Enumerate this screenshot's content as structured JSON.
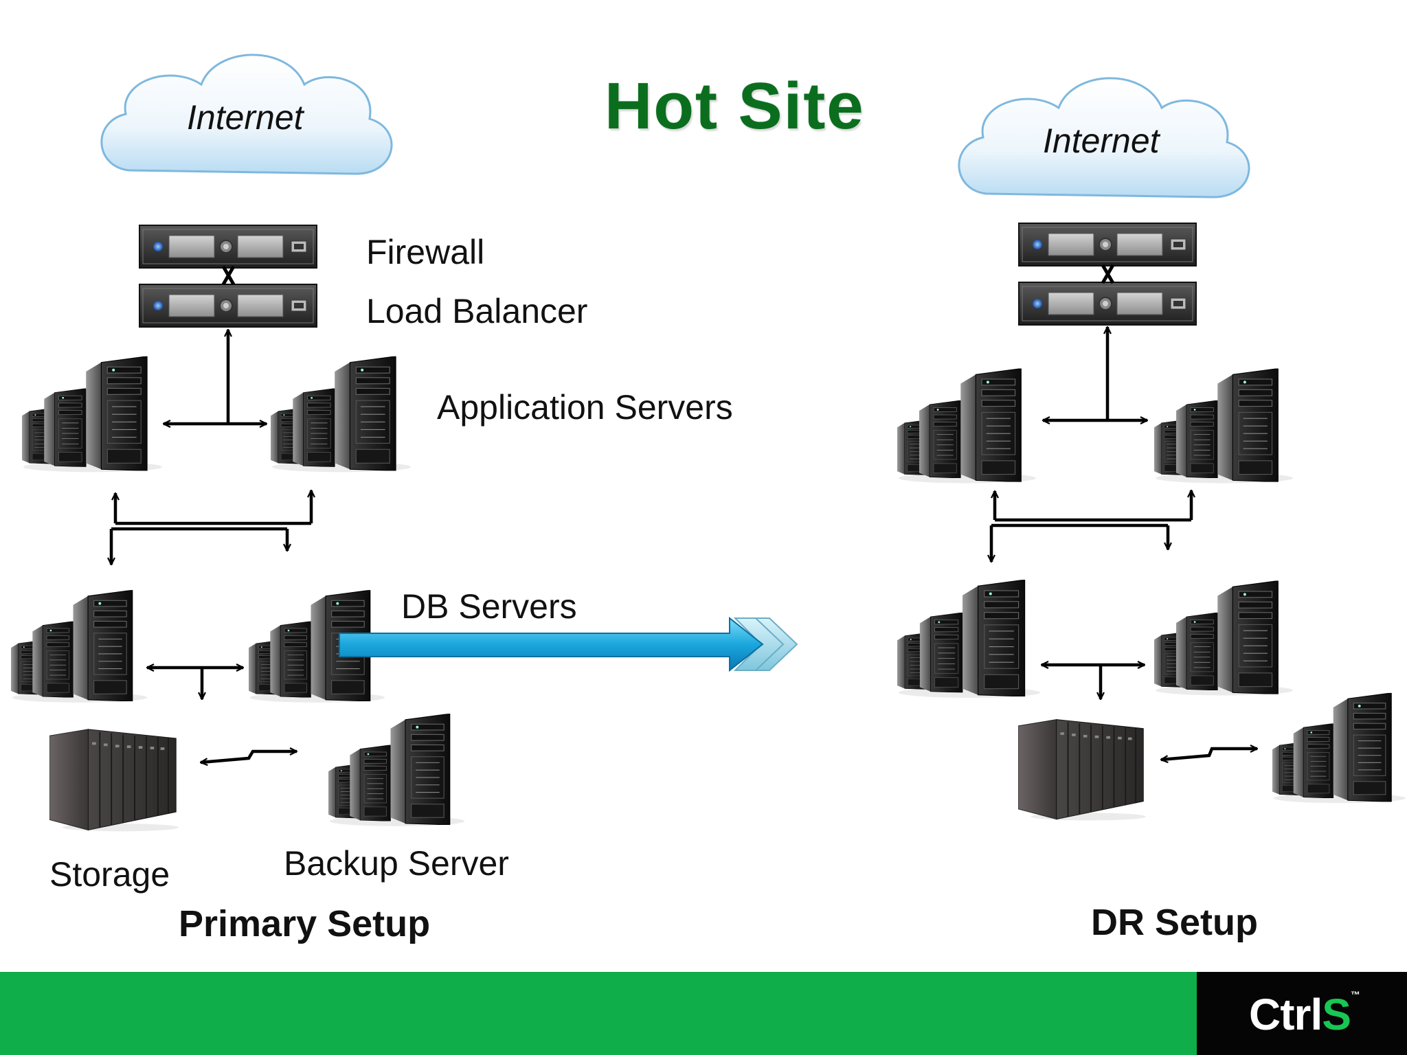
{
  "title": "Hot Site",
  "primary": {
    "cloud_label": "Internet",
    "firewall_label": "Firewall",
    "load_balancer_label": "Load Balancer",
    "app_servers_label": "Application Servers",
    "db_servers_label": "DB Servers",
    "storage_label": "Storage",
    "backup_label": "Backup Server",
    "setup_label": "Primary Setup"
  },
  "dr": {
    "cloud_label": "Internet",
    "setup_label": "DR Setup"
  },
  "footer": {
    "logo_main": "Ctrl",
    "logo_accent": "S",
    "logo_tm": "™"
  },
  "colors": {
    "title_green": "#0b6e1e",
    "footer_green": "#10ad4b",
    "footer_black": "#050505",
    "logo_accent": "#19c653",
    "replication_arrow": "#2bb5e0"
  },
  "icons": {
    "cloud": "cloud-icon",
    "rack_appliance": "rack-appliance-icon",
    "server_cluster": "server-cluster-icon",
    "storage_array": "storage-array-icon"
  }
}
